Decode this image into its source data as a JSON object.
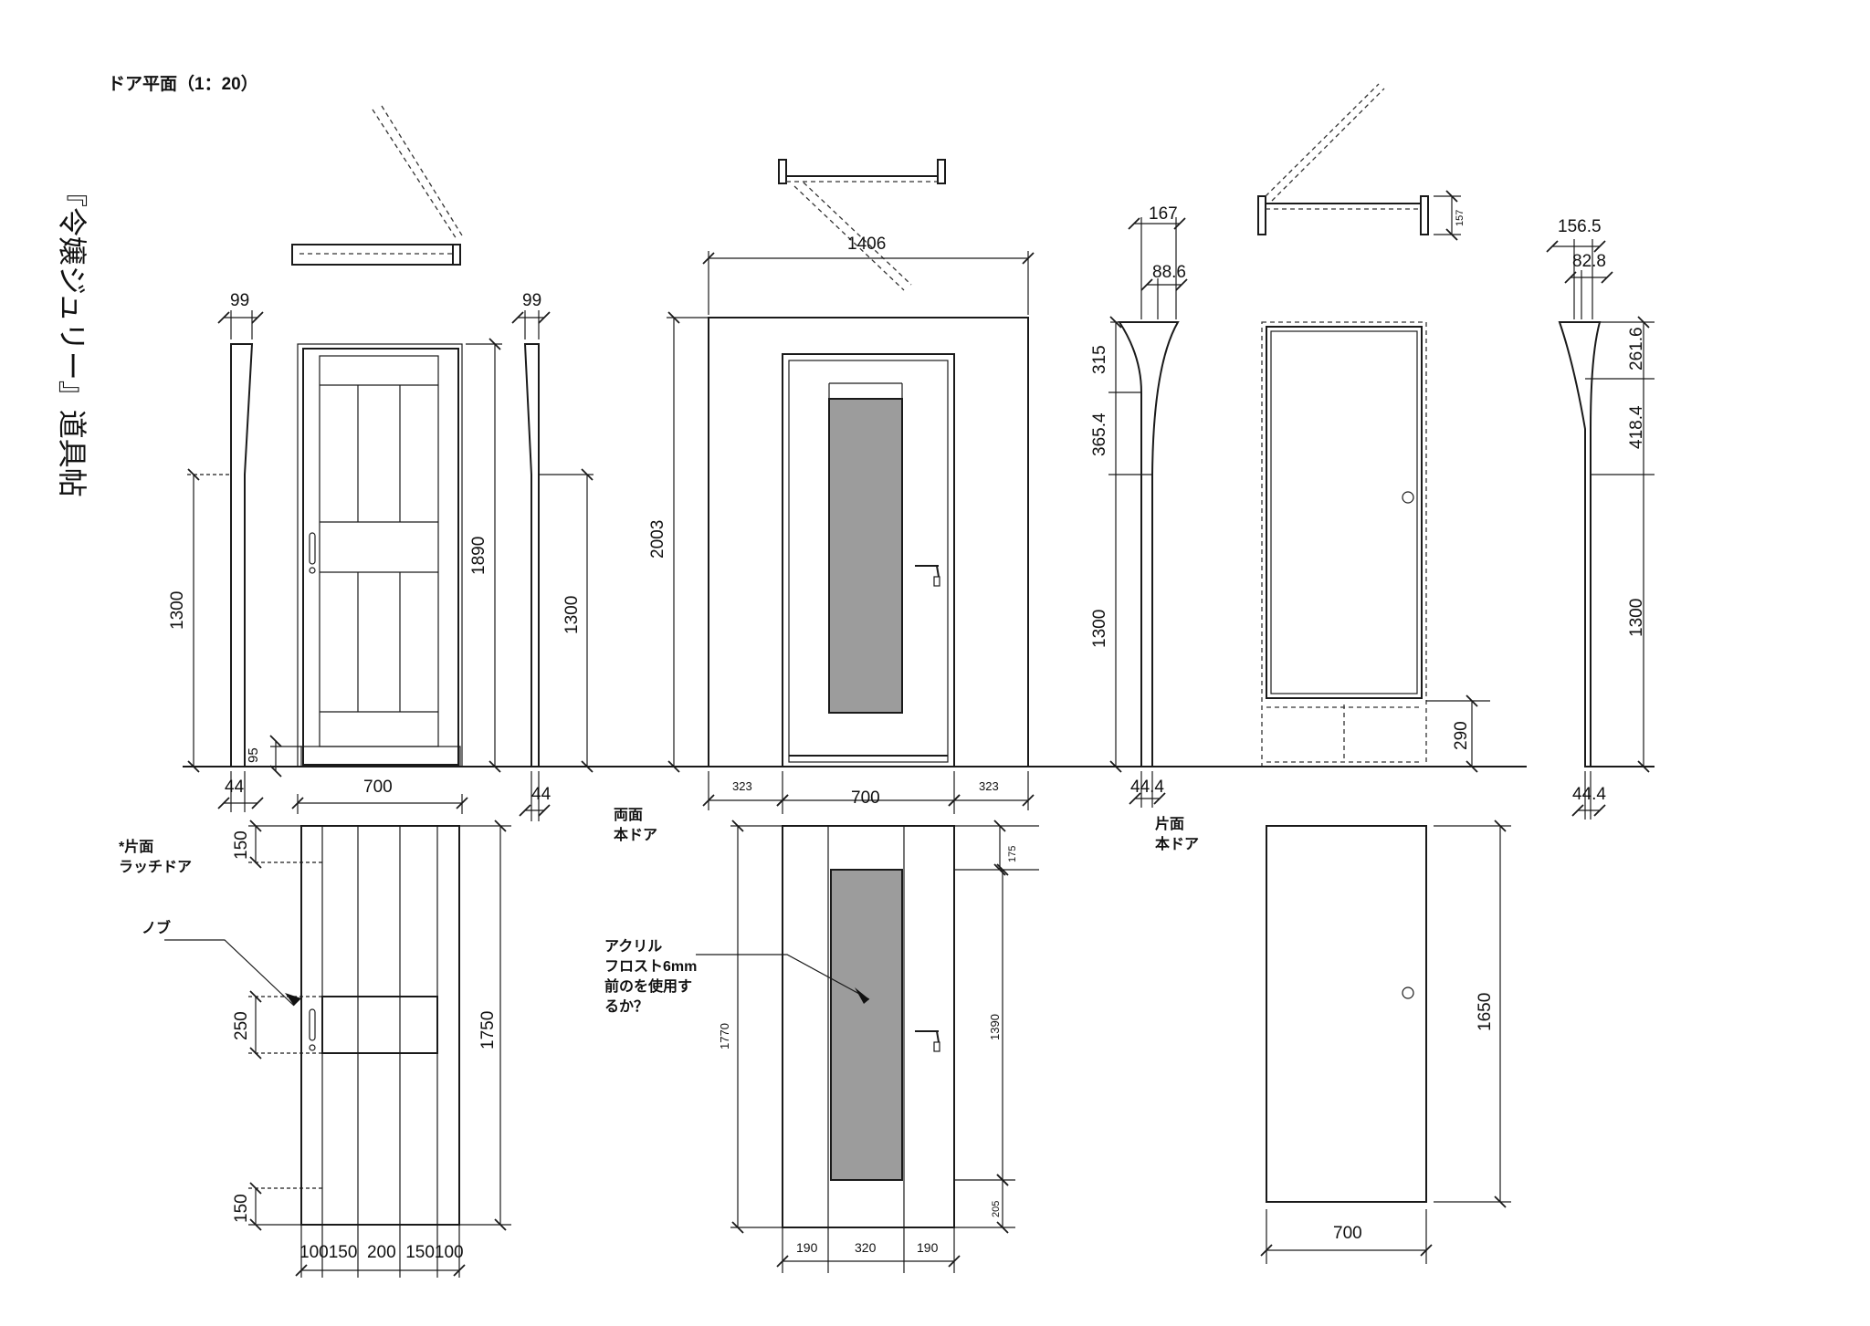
{
  "sheet": {
    "heading": "ドア平面（1：20）",
    "title": "『令嬢ジュリー』道具帖"
  },
  "elevation_dims": {
    "d99_left": "99",
    "d99_right": "99",
    "d1300_left": "1300",
    "d1300_mid": "1300",
    "d1890": "1890",
    "d95": "95",
    "d44_left": "44",
    "d700_first": "700",
    "d44_right": "44",
    "d1406": "1406",
    "d2003": "2003",
    "d323_left": "323",
    "d700_second": "700",
    "d323_right": "323",
    "d167": "167",
    "d88_6": "88.6",
    "d315": "315",
    "d365_4": "365.4",
    "d1300_third": "1300",
    "d44_4_third": "44.4",
    "d157": "157",
    "d290": "290",
    "d156_5": "156.5",
    "d82_8": "82.8",
    "d261_6": "261.6",
    "d418_4": "418.4",
    "d1300_fourth": "1300",
    "d44_4_fourth": "44.4"
  },
  "lower_dims": {
    "d150_top": "150",
    "d250": "250",
    "d150_bot": "150",
    "d1750": "1750",
    "bottom_row": "100150  200  150100",
    "d175": "175",
    "d1390": "1390",
    "d1770": "1770",
    "d205": "205",
    "d190_left": "190",
    "d320": "320",
    "d190_right": "190",
    "d1650": "1650",
    "d700_fourth": "700"
  },
  "notes": {
    "latch_door_1": "*片面",
    "latch_door_2": "ラッチドア",
    "knob": "ノブ",
    "both_sides_1": "両面",
    "both_sides_2": "本ドア",
    "acrylic_1": "アクリル",
    "acrylic_2": "フロスト6mm",
    "acrylic_3": "前のを使用す",
    "acrylic_4": "るか？",
    "one_side_1": "片面",
    "one_side_2": "本ドア"
  },
  "colors": {
    "line": "#1a1a1a",
    "frosted_glass": "#9c9c9c",
    "paper": "#ffffff"
  }
}
